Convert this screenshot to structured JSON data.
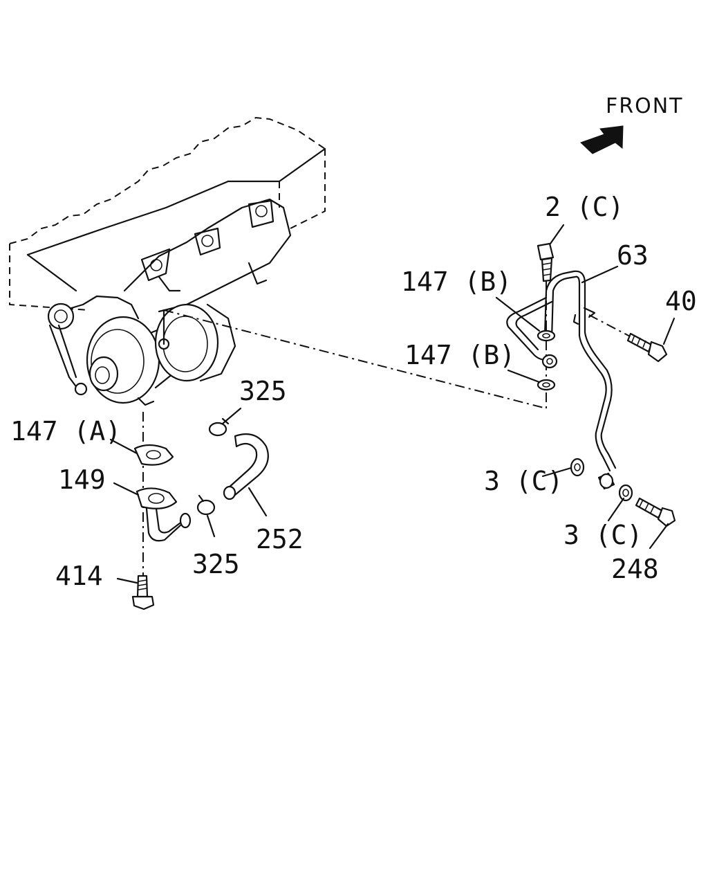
{
  "direction_label": "FRONT",
  "callouts": {
    "c2": "2 (C)",
    "c63": "63",
    "c40": "40",
    "c147b_top": "147 (B)",
    "c147b_bottom": "147 (B)",
    "c325_top": "325",
    "c147a": "147 (A)",
    "c149": "149",
    "c3c_left": "3 (C)",
    "c3c_right": "3 (C)",
    "c252": "252",
    "c325_bottom": "325",
    "c248": "248",
    "c414": "414"
  },
  "colors": {
    "ink": "#111111",
    "paper": "#ffffff"
  }
}
